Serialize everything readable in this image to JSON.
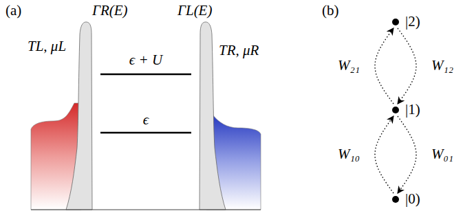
{
  "diagram": {
    "nodes": [
      {
        "text": [
          "|2)"
        ]
      },
      {
        "text": [
          "|1)"
        ]
      },
      {
        "text": [
          "|0)"
        ]
      }
    ],
    "edges": [
      {
        "from": 1,
        "to": 0,
        "arrow": "to",
        "label": "W₂₁"
      },
      {
        "from": 0,
        "to": 1,
        "arrow": "to",
        "label": "W₁₂"
      },
      {
        "from": 2,
        "to": 1,
        "arrow": "to",
        "label": "W₁₀"
      },
      {
        "from": 1,
        "to": 2,
        "arrow": "to",
        "label": "W₀₁"
      }
    ],
    "labels": [
      "(a)",
      "ΓR(E)",
      "ΓL(E)",
      "ϵ + U",
      "ϵ",
      "TL, μL",
      "TR, μR",
      "(b)"
    ]
  }
}
